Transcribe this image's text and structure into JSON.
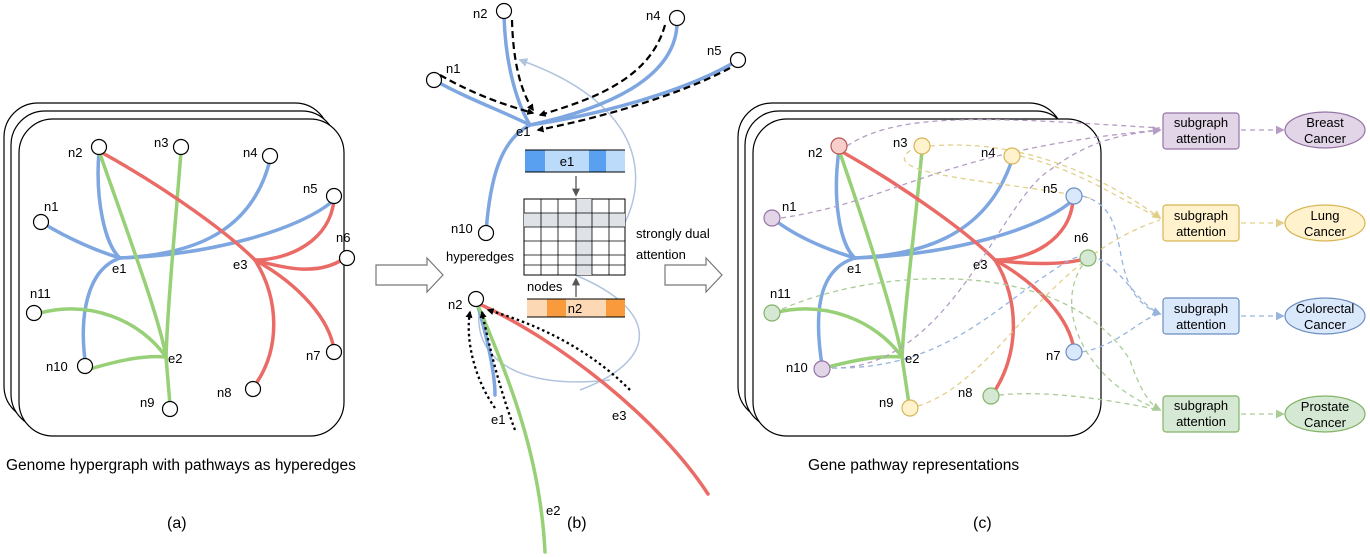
{
  "panel_a": {
    "nodes": {
      "n1": "n1",
      "n2": "n2",
      "n3": "n3",
      "n4": "n4",
      "n5": "n5",
      "n6": "n6",
      "n7": "n7",
      "n8": "n8",
      "n9": "n9",
      "n10": "n10",
      "n11": "n11"
    },
    "edges": {
      "e1": "e1",
      "e2": "e2",
      "e3": "e3"
    },
    "caption": "Genome hypergraph with pathways as hyperedges",
    "label": "(a)"
  },
  "panel_b": {
    "top_nodes": {
      "n1": "n1",
      "n2": "n2",
      "n4": "n4",
      "n5": "n5",
      "n10": "n10"
    },
    "top_edge": "e1",
    "bottom_node": "n2",
    "bottom_edges": {
      "e1": "e1",
      "e2": "e2",
      "e3": "e3"
    },
    "vector_top_label": "e1",
    "vector_bottom_label": "n2",
    "hyperedges_label": "hyperedges",
    "nodes_label": "nodes",
    "attention_line1": "strongly dual",
    "attention_line2": "attention",
    "label": "(b)"
  },
  "panel_c": {
    "nodes": {
      "n1": "n1",
      "n2": "n2",
      "n3": "n3",
      "n4": "n4",
      "n5": "n5",
      "n6": "n6",
      "n7": "n7",
      "n8": "n8",
      "n9": "n9",
      "n10": "n10",
      "n11": "n11"
    },
    "edges": {
      "e1": "e1",
      "e2": "e2",
      "e3": "e3"
    },
    "attention_boxes": [
      {
        "line1": "subgraph",
        "line2": "attention",
        "fill": "#e1d5e7",
        "stroke": "#9673a6"
      },
      {
        "line1": "subgraph",
        "line2": "attention",
        "fill": "#fff2cc",
        "stroke": "#d6b656"
      },
      {
        "line1": "subgraph",
        "line2": "attention",
        "fill": "#dae8fc",
        "stroke": "#6c8ebf"
      },
      {
        "line1": "subgraph",
        "line2": "attention",
        "fill": "#d5e8d4",
        "stroke": "#82b366"
      }
    ],
    "cancers": [
      {
        "line1": "Breast",
        "line2": "Cancer"
      },
      {
        "line1": "Lung",
        "line2": "Cancer"
      },
      {
        "line1": "Colorectal",
        "line2": "Cancer"
      },
      {
        "line1": "Prostate",
        "line2": "Cancer"
      }
    ],
    "caption": "Gene pathway representations",
    "label": "(c)"
  },
  "colors": {
    "blue": "#7ea6e0",
    "green": "#97d077",
    "red": "#ea6b66",
    "purple": "#e1d5e7",
    "yellow": "#fff2cc",
    "light_blue": "#dae8fc",
    "light_green": "#d5e8d4",
    "light_red": "#f8cecc"
  }
}
